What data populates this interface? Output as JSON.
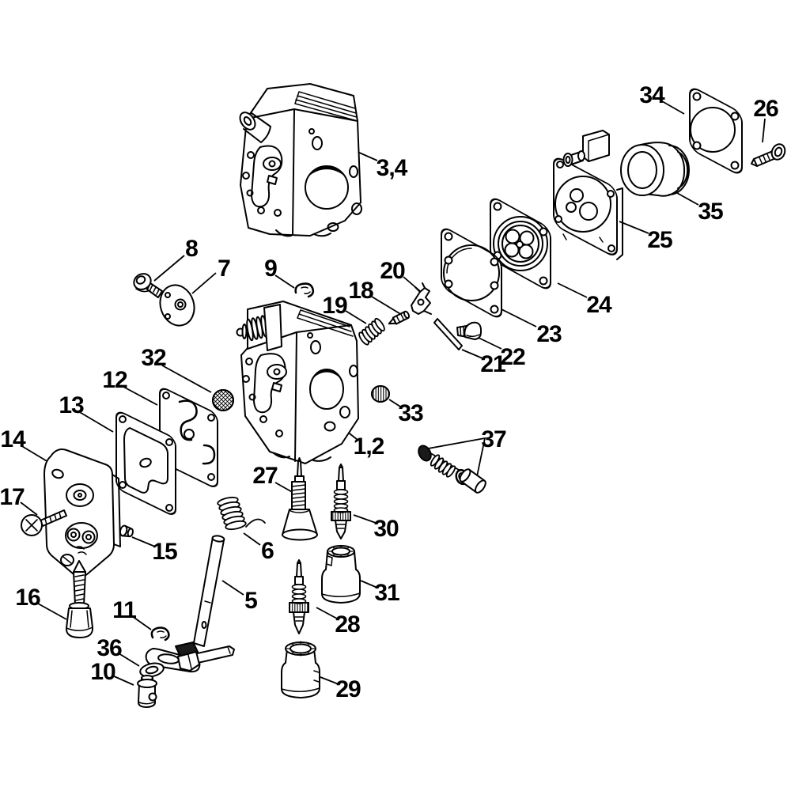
{
  "diagram": {
    "type": "exploded-parts-diagram",
    "subject": "Carburetor assembly",
    "background_color": "#ffffff",
    "line_color": "#000000",
    "screen_fill_color": "#1a1a1a"
  },
  "labels": {
    "p1_2": "1,2",
    "p3_4": "3,4",
    "p5": "5",
    "p6": "6",
    "p7": "7",
    "p8": "8",
    "p9": "9",
    "p10": "10",
    "p11": "11",
    "p12": "12",
    "p13": "13",
    "p14": "14",
    "p15": "15",
    "p16": "16",
    "p17": "17",
    "p18": "18",
    "p19": "19",
    "p20": "20",
    "p21": "21",
    "p22": "22",
    "p23": "23",
    "p24": "24",
    "p25": "25",
    "p26": "26",
    "p27": "27",
    "p28": "28",
    "p29": "29",
    "p30": "30",
    "p31": "31",
    "p32": "32",
    "p33": "33",
    "p34": "34",
    "p35": "35",
    "p36": "36",
    "p37": "37"
  }
}
